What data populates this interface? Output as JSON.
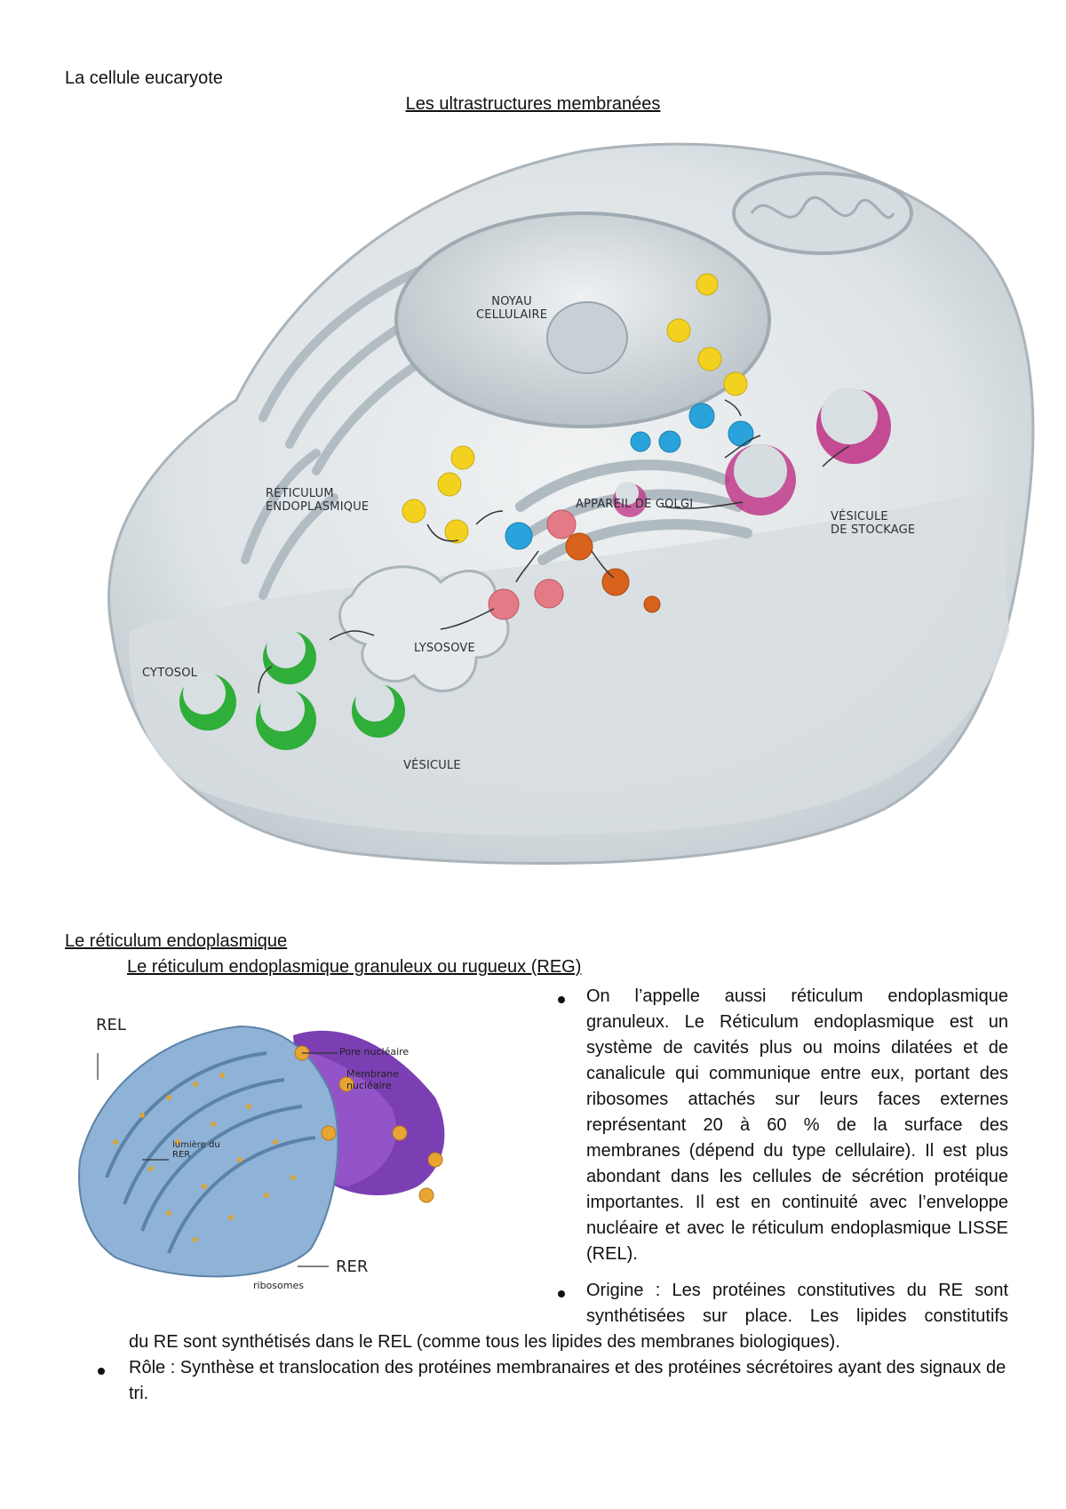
{
  "header": {
    "doc_title": "La cellule eucaryote",
    "section_title": "Les ultrastructures membranées"
  },
  "cell_figure": {
    "labels": {
      "noyau": "NOYAU\nCELLULAIRE",
      "reticulum": "RÉTICULUM\nENDOPLASMIQUE",
      "golgi": "APPAREIL DE GOLGI",
      "vesicule_stockage": "VÉSICULE\nDE STOCKAGE",
      "lysosome": "LYSOSOVE",
      "cytosol": "CYTOSOL",
      "vesicule": "VÉSICULE"
    },
    "colors": {
      "membrane": "#c9d3d8",
      "cytoplasm": "#e3e7e9",
      "yellow_vesicle": "#f2d21e",
      "blue_vesicle": "#2aa3dc",
      "pink_vesicle": "#e47a86",
      "orange_vesicle": "#d8621c",
      "magenta_vesicle": "#c0398a",
      "green_vesicle": "#2fae3a"
    }
  },
  "er_section": {
    "title": "Le réticulum endoplasmique",
    "subtitle": "Le réticulum endoplasmique granuleux ou rugueux (REG)",
    "figure_labels": {
      "rel": "REL",
      "pore": "Pore nucléaire",
      "membrane": "Membrane\nnucléaire",
      "lumiere": "lumière du\nRER",
      "rer": "RER",
      "ribosomes": "ribosomes"
    },
    "bullets": [
      "On l’appelle aussi réticulum endoplasmique granuleux. Le Réticulum endoplasmique est un système de cavités plus ou moins dilatées et de canalicule qui communique entre eux, portant des ribosomes attachés sur leurs faces externes représentant 20 à 60 % de la surface des membranes (dépend du type cellulaire). Il est plus abondant dans les cellules de sécrétion protéique importantes. Il est en continuité avec l’enveloppe nucléaire et avec le réticulum endoplasmique LISSE (REL).",
      "Origine : Les protéines constitutives du RE sont synthétisées sur place. Les lipides constitutifs",
      "du RE sont synthétisés dans le REL (comme tous les lipides des membranes biologiques).",
      "Rôle : Synthèse et translocation des protéines membranaires et des protéines sécrétoires ayant des signaux de tri."
    ]
  }
}
